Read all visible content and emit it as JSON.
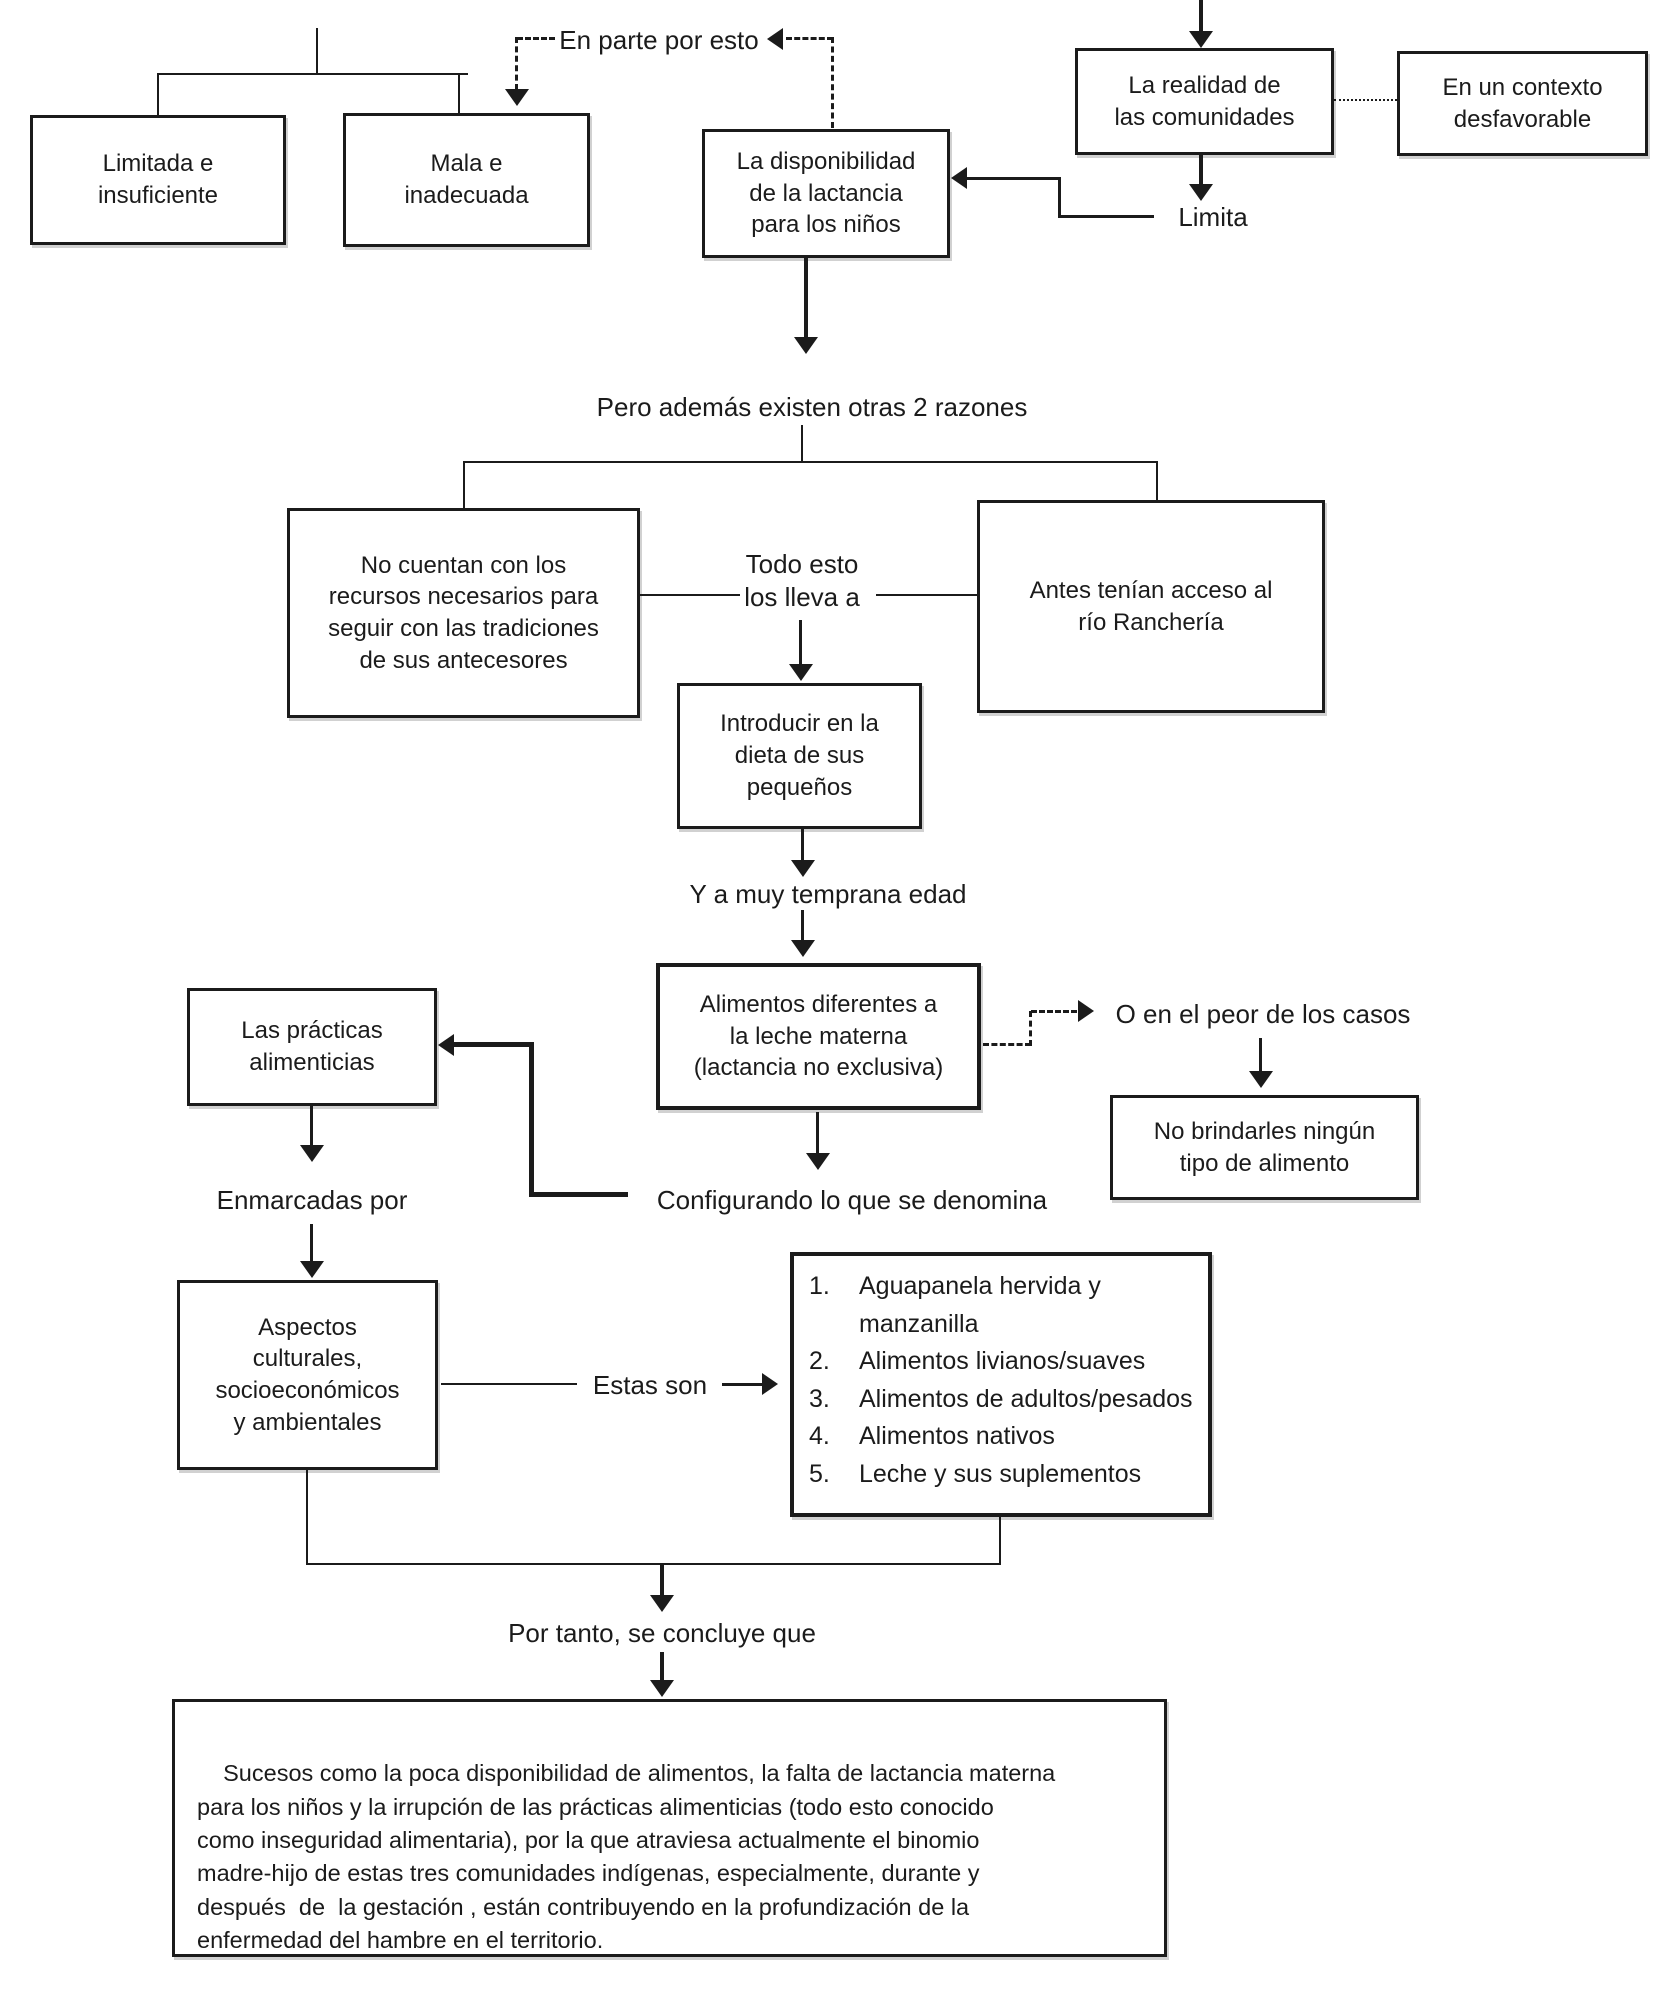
{
  "colors": {
    "ink": "#1b1b1b",
    "background": "#ffffff"
  },
  "nodes": {
    "limitada": "Limitada e\ninsuficiente",
    "mala": "Mala e\ninadecuada",
    "disponibilidad": "La disponibilidad\nde la lactancia\npara los niños",
    "realidad": "La realidad de\nlas comunidades",
    "contexto": "En un contexto\ndesfavorable",
    "recursos": "No cuentan con los\nrecursos necesarios para\nseguir con las tradiciones\nde sus antecesores",
    "rancheria": "Antes tenían acceso al\nrío Ranchería",
    "introducir": "Introducir en la\ndieta de sus\npequeños",
    "alimentos": "Alimentos diferentes a\nla leche materna\n(lactancia no exclusiva)",
    "practicas": "Las prácticas\nalimenticias",
    "no_brindarles": "No brindarles ningún\ntipo de alimento",
    "aspectos": "Aspectos\nculturales,\nsocioeconómicos\ny ambientales"
  },
  "labels": {
    "en_parte": "En parte por esto",
    "limita": "Limita",
    "pero_ademas": "Pero además existen otras 2 razones",
    "todo_esto": "Todo esto\nlos lleva a",
    "temprana": "Y a muy temprana edad",
    "peor": "O en el peor de los casos",
    "configurando": "Configurando lo que se denomina",
    "enmarcadas": "Enmarcadas por",
    "estas_son": "Estas son",
    "por_tanto": "Por tanto, se concluye que"
  },
  "food_list": {
    "items": [
      {
        "num": "1.",
        "text": "Aguapanela hervida y\nmanzanilla"
      },
      {
        "num": "2.",
        "text": "Alimentos livianos/suaves"
      },
      {
        "num": "3.",
        "text": "Alimentos de adultos/pesados"
      },
      {
        "num": "4.",
        "text": "Alimentos nativos"
      },
      {
        "num": "5.",
        "text": "Leche y sus suplementos"
      }
    ]
  },
  "conclusion": {
    "text": "Sucesos como la poca disponibilidad de alimentos, la falta de lactancia materna\npara los niños y la irrupción de las prácticas alimenticias (todo esto conocido\ncomo inseguridad alimentaria), por la que atraviesa actualmente el binomio\nmadre-hijo de estas tres comunidades indígenas, especialmente, durante y\ndespués  de  la gestación , están contribuyendo en la profundización de la\nenfermedad del hambre en el territorio."
  }
}
